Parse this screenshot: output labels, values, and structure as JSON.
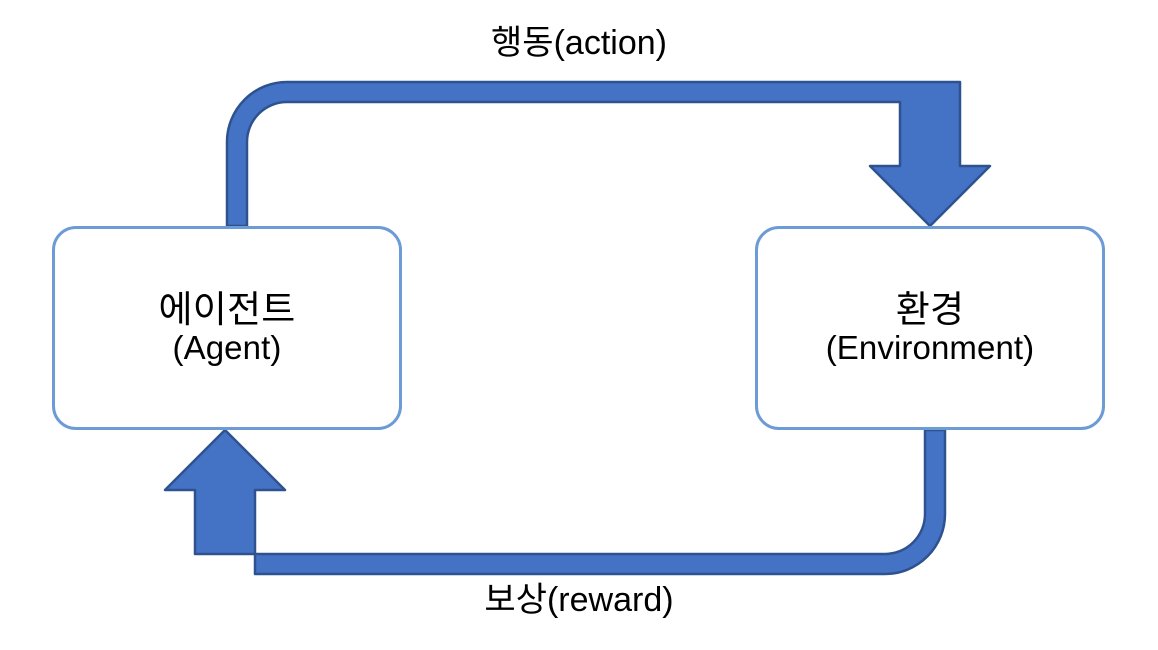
{
  "diagram": {
    "title_text": "",
    "background_color": "#FFFFFF",
    "node_border_color": "#6D9BD5",
    "arrow_fill_color": "#4472C4",
    "arrow_outline_color": "#2E528F",
    "text_color": "#000000",
    "nodes": [
      {
        "id": "agent",
        "title": "에이전트",
        "subtitle": "(Agent)"
      },
      {
        "id": "environment",
        "title": "환경",
        "subtitle": "(Environment)"
      }
    ],
    "edges": [
      {
        "id": "action",
        "label": "행동(action)",
        "from": "agent",
        "to": "environment",
        "direction": "clockwise-top"
      },
      {
        "id": "reward",
        "label": "보상(reward)",
        "from": "environment",
        "to": "agent",
        "direction": "clockwise-bottom"
      }
    ]
  }
}
